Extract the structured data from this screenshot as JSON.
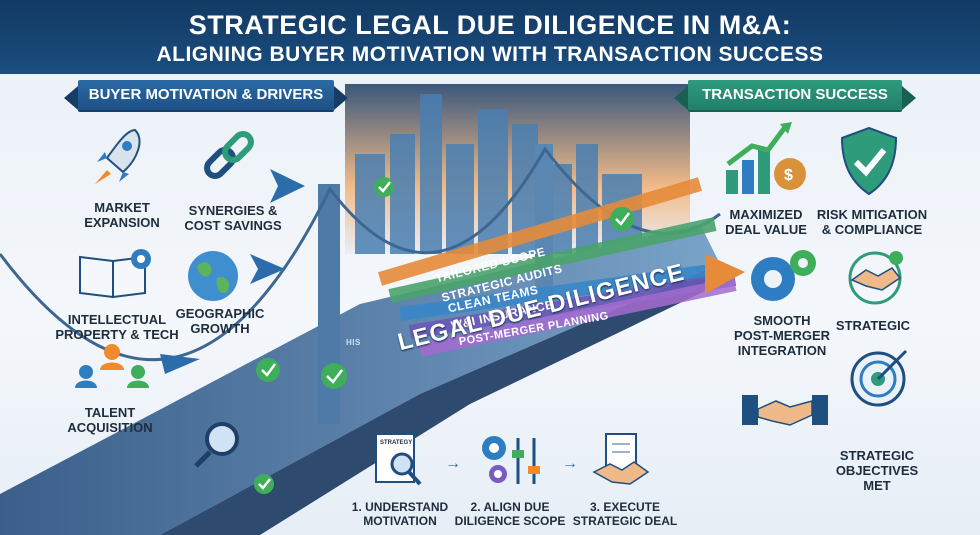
{
  "header": {
    "title_line1": "STRATEGIC LEGAL DUE DILIGENCE IN M&A:",
    "title_line2": "ALIGNING BUYER MOTIVATION WITH TRANSACTION SUCCESS"
  },
  "left": {
    "banner": "BUYER MOTIVATION & DRIVERS",
    "items": [
      {
        "line1": "MARKET",
        "line2": "EXPANSION",
        "icon": "rocket-icon"
      },
      {
        "line1": "SYNERGIES &",
        "line2": "COST SAVINGS",
        "icon": "chain-link-icon"
      },
      {
        "line1": "INTELLECTUAL",
        "line2": "PROPERTY & TECH",
        "icon": "book-gear-icon"
      },
      {
        "line1": "GEOGRAPHIC",
        "line2": "GROWTH",
        "icon": "globe-icon"
      },
      {
        "line1": "TALENT",
        "line2": "ACQUISITION",
        "icon": "people-network-icon"
      }
    ]
  },
  "right": {
    "banner": "TRANSACTION SUCCESS",
    "items": [
      {
        "line1": "MAXIMIZED",
        "line2": "DEAL VALUE",
        "line3": "",
        "icon": "growth-chart-icon"
      },
      {
        "line1": "RISK MITIGATION",
        "line2": "& COMPLIANCE",
        "line3": "",
        "icon": "shield-check-icon"
      },
      {
        "line1": "SMOOTH",
        "line2": "POST-MERGER",
        "line3": "INTEGRATION",
        "icon": "gears-icon"
      },
      {
        "line1": "STRATEGIC",
        "line2": "",
        "line3": "",
        "icon": "handshake-icon"
      },
      {
        "line1": "STRATEGIC",
        "line2": "OBJECTIVES",
        "line3": "MET",
        "icon": "target-icon"
      }
    ]
  },
  "bridge": {
    "label": "LEGAL DUE DILIGENCE",
    "streams": [
      {
        "label": "TAILORED SCOPE",
        "color": "#e58b3a"
      },
      {
        "label": "STRATEGIC AUDITS",
        "color": "#4aa36b"
      },
      {
        "label": "CLEAN TEAMS",
        "color": "#3a86c8"
      },
      {
        "label": "W&I INSURANCE",
        "color": "#6a59b8"
      },
      {
        "label": "POST-MERGER PLANNING",
        "color": "#a36bd0"
      }
    ],
    "mini_sign": "HIS"
  },
  "steps": [
    {
      "line1": "1. UNDERSTAND",
      "line2": "MOTIVATION",
      "icon": "strategy-magnifier-icon",
      "doc_label": "STRATEGY"
    },
    {
      "line1": "2. ALIGN DUE",
      "line2": "DILIGENCE SCOPE",
      "icon": "gear-sliders-icon"
    },
    {
      "line1": "3. EXECUTE",
      "line2": "STRATEGIC DEAL",
      "icon": "deal-handshake-icon"
    }
  ],
  "colors": {
    "header": "#123a63",
    "left_banner": "#1e5086",
    "right_banner": "#20806a",
    "bridge": "#2f5f8f",
    "accent_green": "#3fae5a"
  }
}
